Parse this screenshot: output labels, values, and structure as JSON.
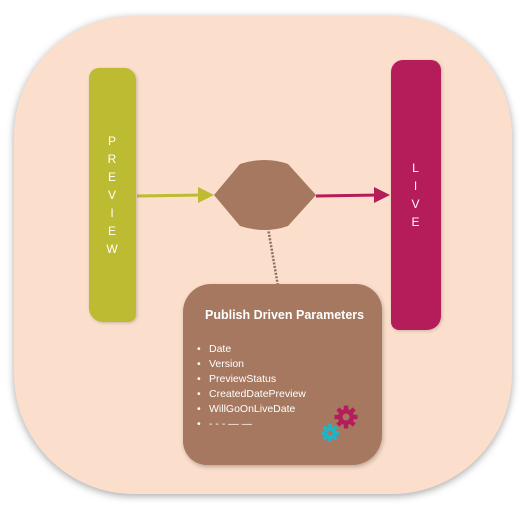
{
  "preview": {
    "label": "PREVIEW",
    "color": "#bdbb32"
  },
  "live": {
    "label": "LIVE",
    "color": "#b51c5a"
  },
  "decision": {
    "color": "#a5785f"
  },
  "parameters_box": {
    "title": "Publish Driven Parameters",
    "items": [
      "Date",
      "Version",
      "PreviewStatus",
      "CreatedDatePreview",
      "WillGoOnLiveDate",
      "- - - — —"
    ]
  },
  "icons": [
    "gear-icon-magenta",
    "gear-icon-cyan"
  ],
  "colors": {
    "background": "#fbdfcc",
    "gear_magenta": "#b51c5a",
    "gear_cyan": "#1fb4c8"
  }
}
